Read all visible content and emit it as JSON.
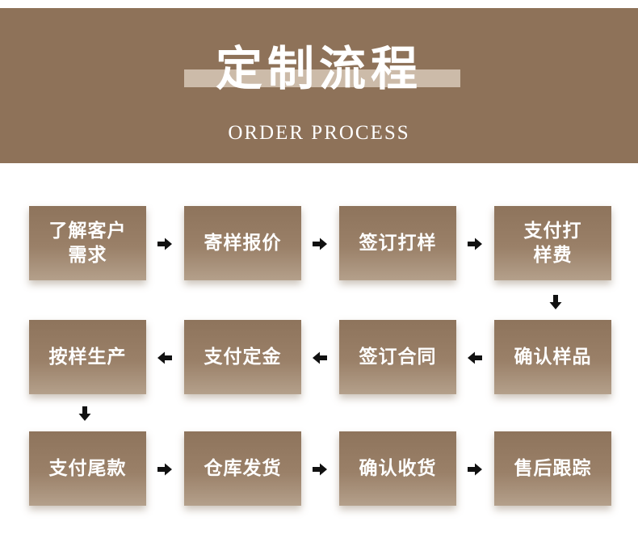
{
  "header": {
    "title": "定制流程",
    "subtitle": "ORDER PROCESS"
  },
  "steps": [
    {
      "label": "了解客户需求"
    },
    {
      "label": "寄样报价"
    },
    {
      "label": "签订打样"
    },
    {
      "label": "支付打样费"
    },
    {
      "label": "确认样品"
    },
    {
      "label": "签订合同"
    },
    {
      "label": "支付定金"
    },
    {
      "label": "按样生产"
    },
    {
      "label": "支付尾款"
    },
    {
      "label": "仓库发货"
    },
    {
      "label": "确认收货"
    },
    {
      "label": "售后跟踪"
    }
  ],
  "colors": {
    "header_bg": "#8e7259",
    "title_bar": "#d7c8b7",
    "box_top": "#8e745c",
    "box_bottom": "#b4a08b",
    "arrow": "#111111",
    "text": "#ffffff"
  }
}
